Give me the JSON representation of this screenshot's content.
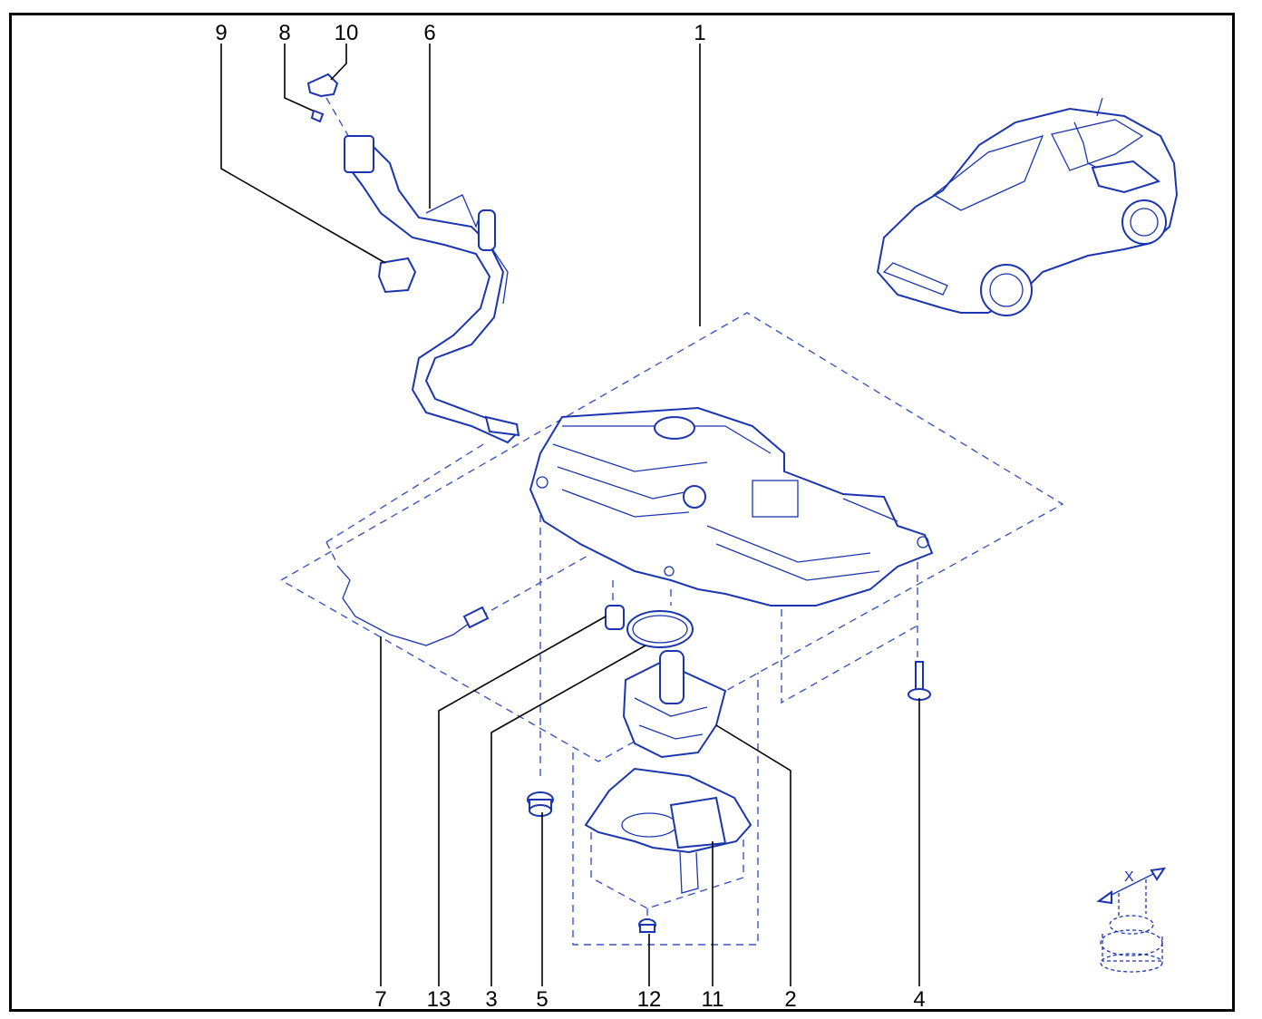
{
  "callouts": [
    {
      "id": "1",
      "label": "1"
    },
    {
      "id": "2",
      "label": "2"
    },
    {
      "id": "3",
      "label": "3"
    },
    {
      "id": "4",
      "label": "4"
    },
    {
      "id": "5",
      "label": "5"
    },
    {
      "id": "6",
      "label": "6"
    },
    {
      "id": "7",
      "label": "7"
    },
    {
      "id": "8",
      "label": "8"
    },
    {
      "id": "9",
      "label": "9"
    },
    {
      "id": "10",
      "label": "10"
    },
    {
      "id": "11",
      "label": "11"
    },
    {
      "id": "12",
      "label": "12"
    },
    {
      "id": "13",
      "label": "13"
    }
  ],
  "detail": {
    "dimension_label": "X"
  },
  "colors": {
    "line_art": "#1a35b0",
    "callout_text": "#000000",
    "background": "#ffffff"
  }
}
